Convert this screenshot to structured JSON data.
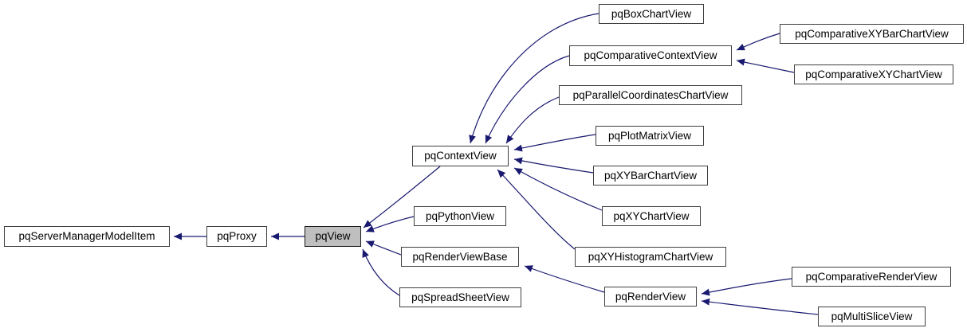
{
  "diagram": {
    "type": "class-inheritance-graph",
    "colors": {
      "edge": "#191970",
      "node_border": "#3f3f3f",
      "node_fill": "#ffffff",
      "highlight_fill": "#bfbfbf",
      "text": "#000000",
      "background": "#ffffff"
    },
    "nodes": [
      {
        "label": "pqServerManagerModelItem",
        "current": false
      },
      {
        "label": "pqProxy",
        "current": false
      },
      {
        "label": "pqView",
        "current": true
      },
      {
        "label": "pqContextView",
        "current": false
      },
      {
        "label": "pqPythonView",
        "current": false
      },
      {
        "label": "pqRenderViewBase",
        "current": false
      },
      {
        "label": "pqSpreadSheetView",
        "current": false
      },
      {
        "label": "pqBoxChartView",
        "current": false
      },
      {
        "label": "pqComparativeContextView",
        "current": false
      },
      {
        "label": "pqParallelCoordinatesChartView",
        "current": false
      },
      {
        "label": "pqPlotMatrixView",
        "current": false
      },
      {
        "label": "pqXYBarChartView",
        "current": false
      },
      {
        "label": "pqXYChartView",
        "current": false
      },
      {
        "label": "pqXYHistogramChartView",
        "current": false
      },
      {
        "label": "pqRenderView",
        "current": false
      },
      {
        "label": "pqComparativeXYBarChartView",
        "current": false
      },
      {
        "label": "pqComparativeXYChartView",
        "current": false
      },
      {
        "label": "pqComparativeRenderView",
        "current": false
      },
      {
        "label": "pqMultiSliceView",
        "current": false
      }
    ],
    "edges": [
      {
        "derived": "pqProxy",
        "base": "pqServerManagerModelItem"
      },
      {
        "derived": "pqView",
        "base": "pqProxy"
      },
      {
        "derived": "pqContextView",
        "base": "pqView"
      },
      {
        "derived": "pqPythonView",
        "base": "pqView"
      },
      {
        "derived": "pqRenderViewBase",
        "base": "pqView"
      },
      {
        "derived": "pqSpreadSheetView",
        "base": "pqView"
      },
      {
        "derived": "pqBoxChartView",
        "base": "pqContextView"
      },
      {
        "derived": "pqComparativeContextView",
        "base": "pqContextView"
      },
      {
        "derived": "pqParallelCoordinatesChartView",
        "base": "pqContextView"
      },
      {
        "derived": "pqPlotMatrixView",
        "base": "pqContextView"
      },
      {
        "derived": "pqXYBarChartView",
        "base": "pqContextView"
      },
      {
        "derived": "pqXYChartView",
        "base": "pqContextView"
      },
      {
        "derived": "pqXYHistogramChartView",
        "base": "pqContextView"
      },
      {
        "derived": "pqComparativeXYBarChartView",
        "base": "pqComparativeContextView"
      },
      {
        "derived": "pqComparativeXYChartView",
        "base": "pqComparativeContextView"
      },
      {
        "derived": "pqRenderView",
        "base": "pqRenderViewBase"
      },
      {
        "derived": "pqComparativeRenderView",
        "base": "pqRenderView"
      },
      {
        "derived": "pqMultiSliceView",
        "base": "pqRenderView"
      }
    ]
  }
}
